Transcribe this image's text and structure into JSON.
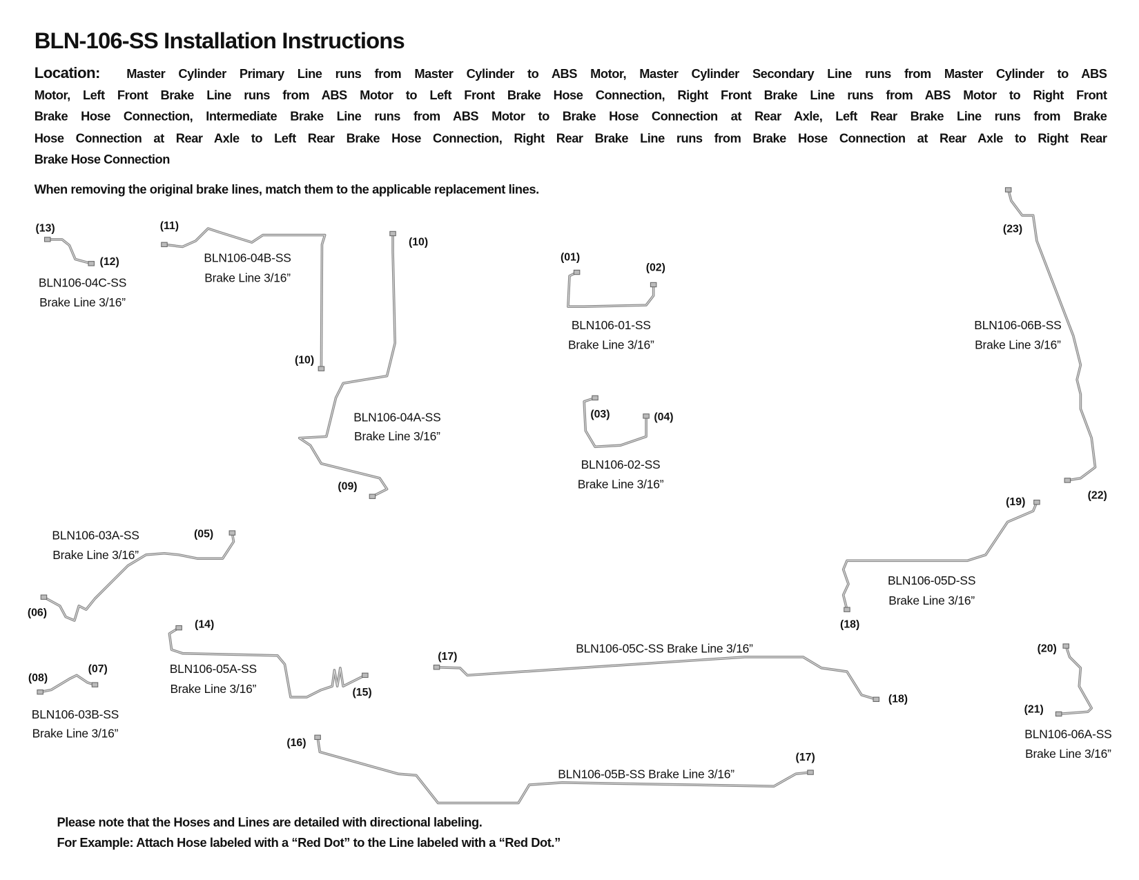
{
  "title": "BLN-106-SS Installation Instructions",
  "location": {
    "lead": "Location:",
    "lines": [
      "Master Cylinder Primary Line runs from Master Cylinder to ABS Motor, Master Cylinder Secondary Line runs from Master Cylinder to ABS",
      "Motor, Left Front Brake Line runs from ABS Motor to Left Front Brake Hose Connection, Right Front Brake Line runs from ABS Motor to Right Front",
      "Brake Hose Connection, Intermediate Brake Line runs from ABS Motor to Brake Hose Connection at Rear Axle, Left Rear Brake Line runs from Brake",
      "Hose Connection at Rear Axle to Left Rear Brake Hose Connection, Right Rear Brake Line runs from Brake Hose Connection at Rear Axle to Right Rear",
      "Brake Hose Connection"
    ]
  },
  "instruction": "When removing the original brake lines, match them to the applicable replacement lines.",
  "parts": [
    {
      "name": "BLN106-04C-SS",
      "size": "Brake Line 3/16”",
      "ends": [
        "(13)",
        "(12)"
      ]
    },
    {
      "name": "BLN106-04B-SS",
      "size": "Brake Line 3/16”",
      "ends": [
        "(11)",
        "(10)"
      ]
    },
    {
      "name": "BLN106-04A-SS",
      "size": "Brake Line 3/16”",
      "ends": [
        "(10)",
        "(09)"
      ]
    },
    {
      "name": "BLN106-01-SS",
      "size": "Brake Line 3/16”",
      "ends": [
        "(01)",
        "(02)"
      ]
    },
    {
      "name": "BLN106-02-SS",
      "size": "Brake Line 3/16”",
      "ends": [
        "(03)",
        "(04)"
      ]
    },
    {
      "name": "BLN106-06B-SS",
      "size": "Brake Line 3/16”",
      "ends": [
        "(23)",
        "(22)"
      ]
    },
    {
      "name": "BLN106-05D-SS",
      "size": "Brake Line 3/16”",
      "ends": [
        "(19)",
        "(18)"
      ]
    },
    {
      "name": "BLN106-03A-SS",
      "size": "Brake Line 3/16”",
      "ends": [
        "(05)",
        "(06)"
      ]
    },
    {
      "name": "BLN106-03B-SS",
      "size": "Brake Line 3/16”",
      "ends": [
        "(08)",
        "(07)"
      ]
    },
    {
      "name": "BLN106-05A-SS",
      "size": "Brake Line 3/16”",
      "ends": [
        "(14)",
        "(15)"
      ]
    },
    {
      "name": "BLN106-05C-SS",
      "size": "Brake Line 3/16”",
      "ends": [
        "(17)",
        "(18)"
      ]
    },
    {
      "name": "BLN106-05B-SS",
      "size": "Brake Line 3/16”",
      "ends": [
        "(16)",
        "(17)"
      ]
    },
    {
      "name": "BLN106-06A-SS",
      "size": "Brake Line 3/16”",
      "ends": [
        "(20)",
        "(21)"
      ]
    }
  ],
  "notes": [
    "Please note that the Hoses and Lines are detailed with directional labeling.",
    "For Example: Attach Hose labeled with a “Red Dot” to the Line labeled with a “Red Dot.”"
  ],
  "line_color": "#8a8a8a"
}
